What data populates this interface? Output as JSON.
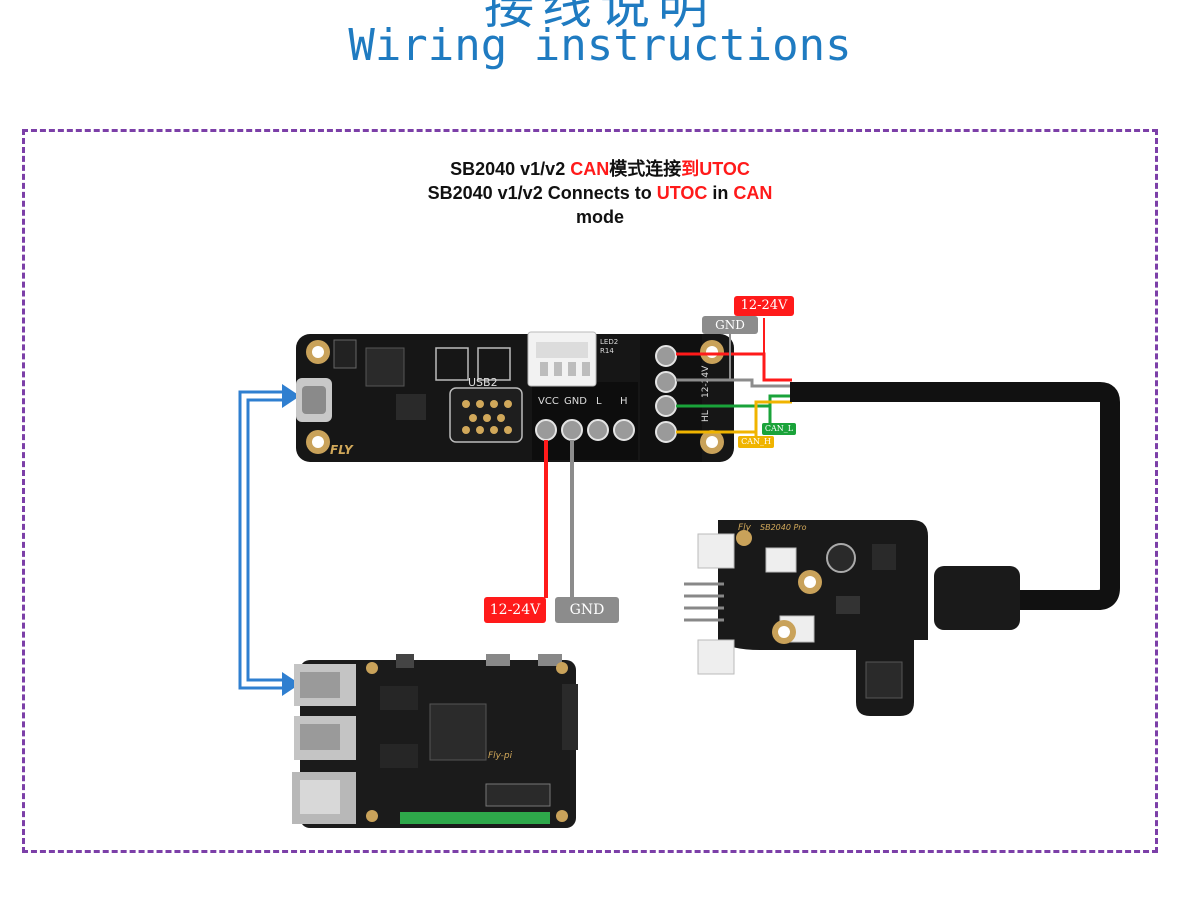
{
  "header": {
    "title_cn": "接线说明",
    "title_en": "Wiring instructions"
  },
  "diagram": {
    "title_line1_a": "SB2040 v1/v2 ",
    "title_line1_b": "CAN",
    "title_line1_c": "模式连接",
    "title_line1_d": "到UTOC",
    "title_line2_a": "SB2040 v1/v2 Connects to ",
    "title_line2_b": "UTOC",
    "title_line2_c": " in ",
    "title_line2_d": "CAN",
    "title_line3": "mode",
    "tags": {
      "power_top": "12-24V",
      "gnd_top": "GND",
      "can_l": "CAN_L",
      "can_h": "CAN_H",
      "power_bottom": "12-24V",
      "gnd_bottom": "GND"
    },
    "board_labels": {
      "usb2": "USB2",
      "vcc": "VCC",
      "gnd": "GND",
      "l": "L",
      "h": "H",
      "led2": "LED2",
      "r14": "R14",
      "fly": "FLY",
      "hl": "HL",
      "v1224": "12-24V",
      "utoc_logo": "Fly",
      "utoc_model": "SB2040 Pro",
      "pi_logo": "Fly-pi"
    },
    "colors": {
      "accent_blue": "#1f7bc1",
      "frame_purple": "#7c3fa8",
      "power_red": "#ff1a1a",
      "ground_gray": "#8c8c8c",
      "can_l_green": "#1aa33a",
      "can_h_yellow": "#f0b400",
      "arrow_blue": "#2f7fd0"
    }
  }
}
